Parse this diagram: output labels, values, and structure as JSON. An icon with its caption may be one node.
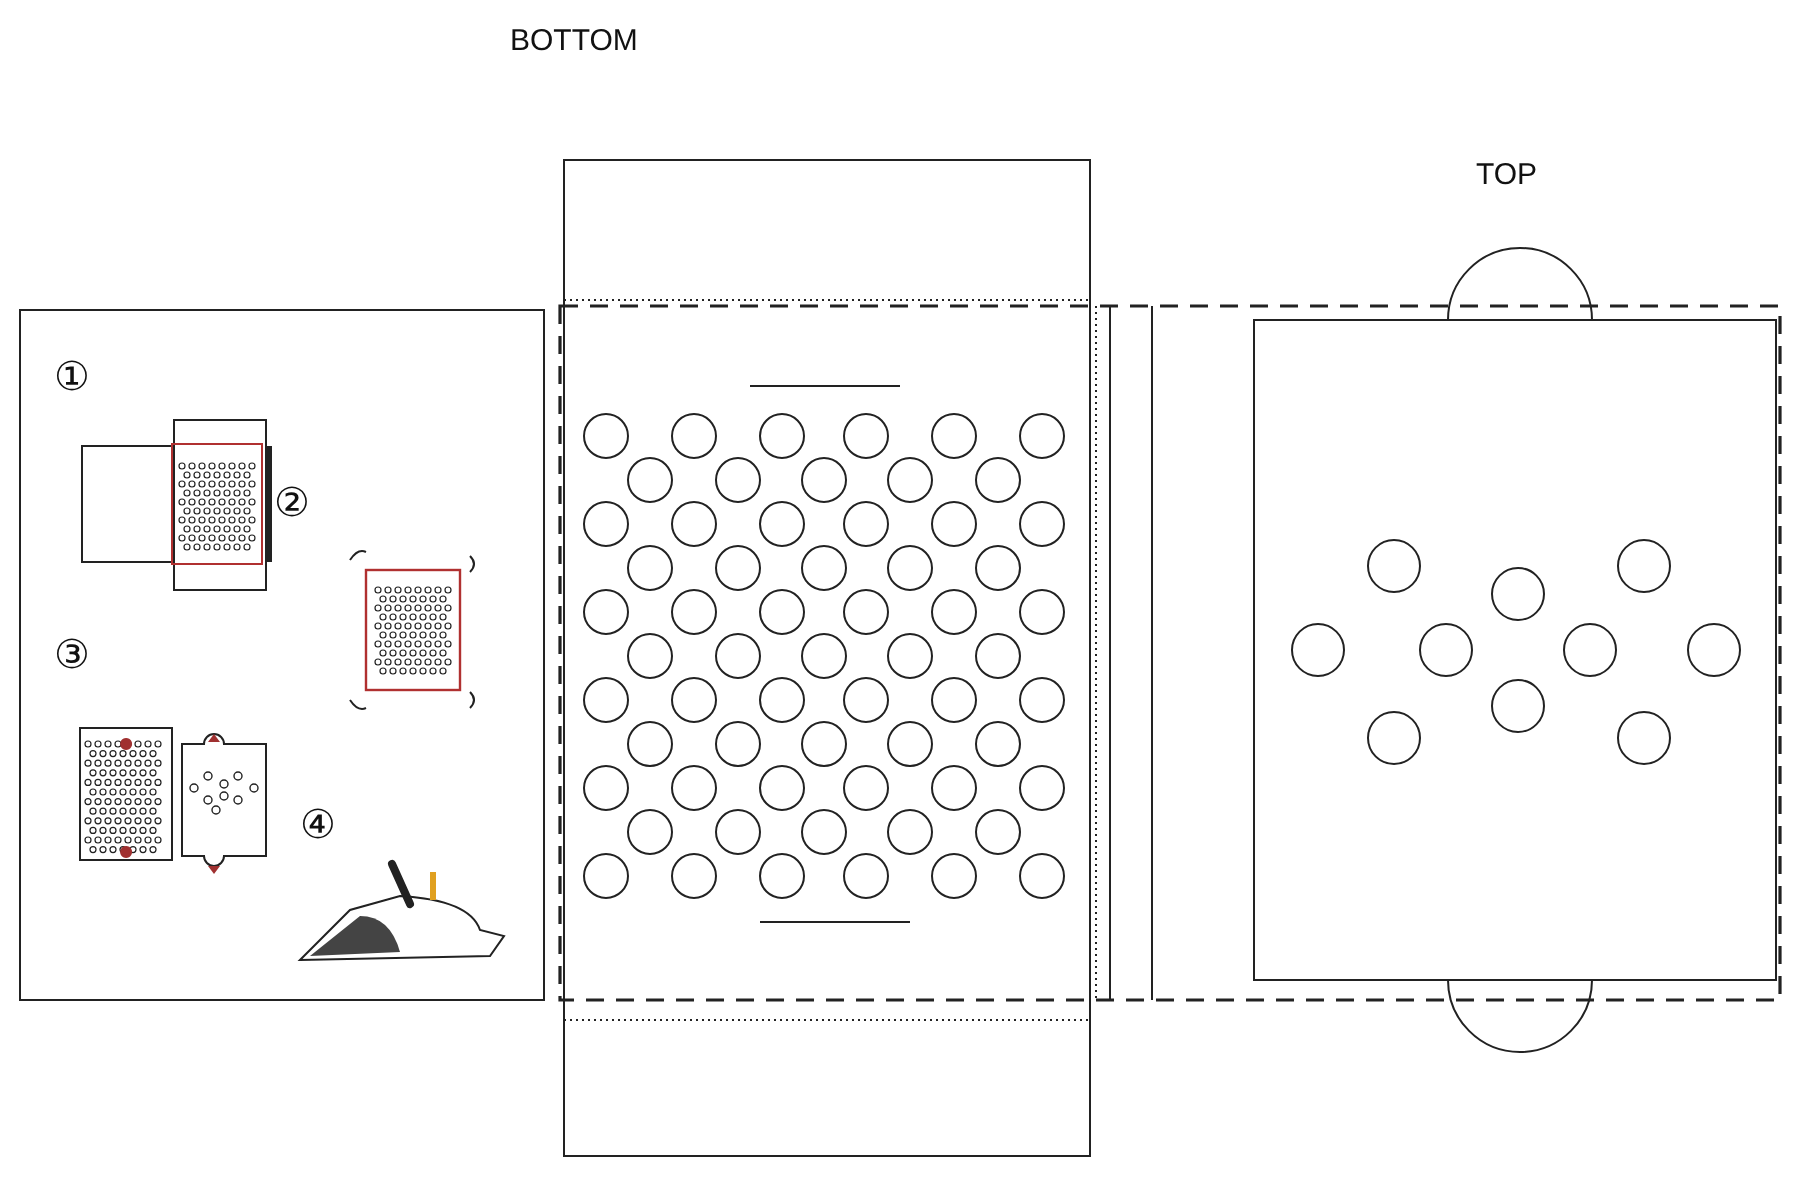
{
  "diagram": {
    "labels": [
      "BOTTOM",
      "TOP",
      "①",
      "②",
      "③",
      "④"
    ]
  }
}
